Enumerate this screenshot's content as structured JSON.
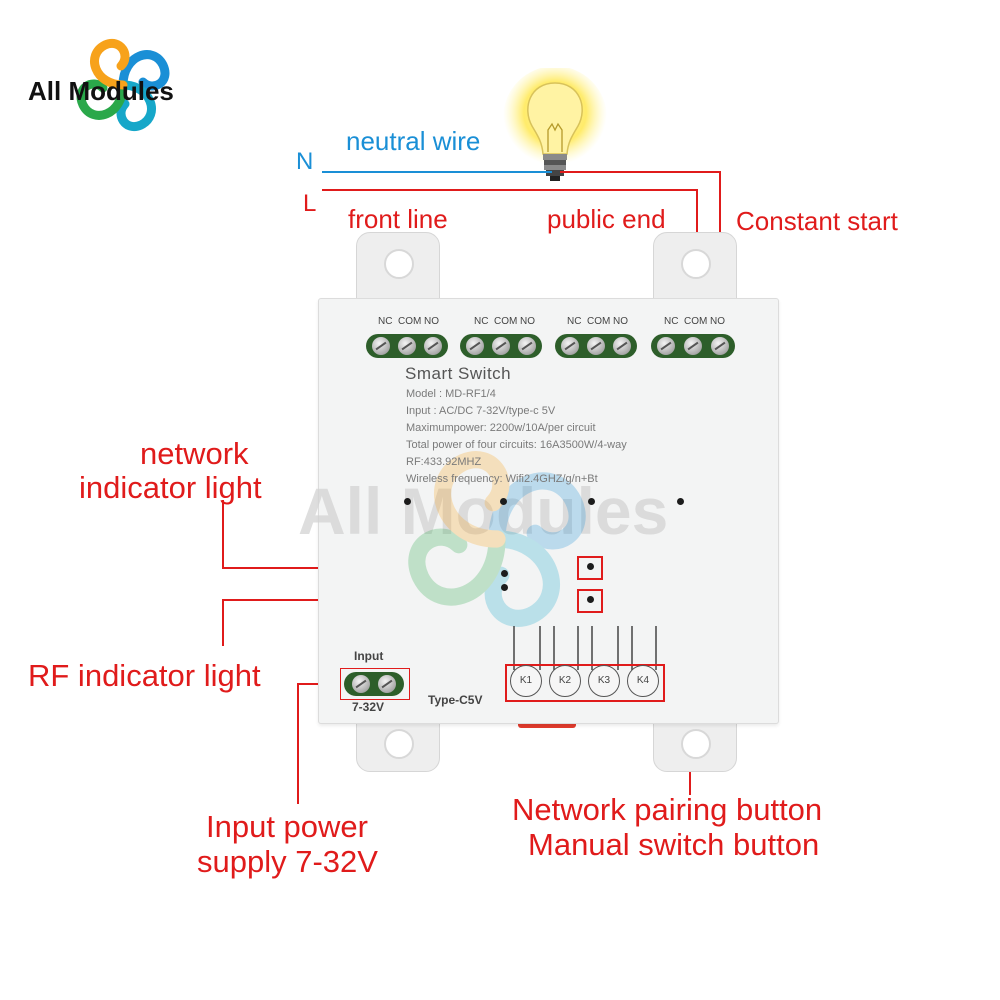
{
  "logo": {
    "text": "All Modules",
    "colors": [
      "#1a8fd6",
      "#f7a21b",
      "#2aa84a",
      "#16a7c9"
    ]
  },
  "watermark": {
    "text": "All Modules"
  },
  "wiring": {
    "n_label": "N",
    "l_label": "L",
    "neutral_wire": "neutral wire",
    "front_line": "front line",
    "public_end": "public end",
    "constant_start": "Constant start"
  },
  "device": {
    "terminal_labels": [
      "NC",
      "COM",
      "NO"
    ],
    "title": "Smart Switch",
    "specs": [
      "Model : MD-RF1/4",
      "Input :  AC/DC 7-32V/type-c 5V",
      "Maximumpower:  2200w/10A/per circuit",
      "Total power of four circuits: 16A3500W/4-way",
      "RF:433.92MHZ",
      "Wireless frequency:  Wifi2.4GHZ/g/n+Bt"
    ],
    "input_label": "Input",
    "input_voltage": "7-32V",
    "typec_label": "Type-C5V",
    "buttons": [
      "K1",
      "K2",
      "K3",
      "K4"
    ]
  },
  "callouts": {
    "network_light": [
      "network",
      "indicator light"
    ],
    "rf_light": "RF indicator light",
    "input_power": [
      "Input power",
      "supply 7-32V"
    ],
    "buttons": [
      "Network pairing button",
      "Manual switch button"
    ]
  },
  "colors": {
    "callout_red": "#e01b1b",
    "neutral_blue": "#1a8fd6",
    "terminal_green": "#2d5e2a"
  },
  "icons": [
    "light-bulb-icon",
    "logo-swirl-icon"
  ]
}
